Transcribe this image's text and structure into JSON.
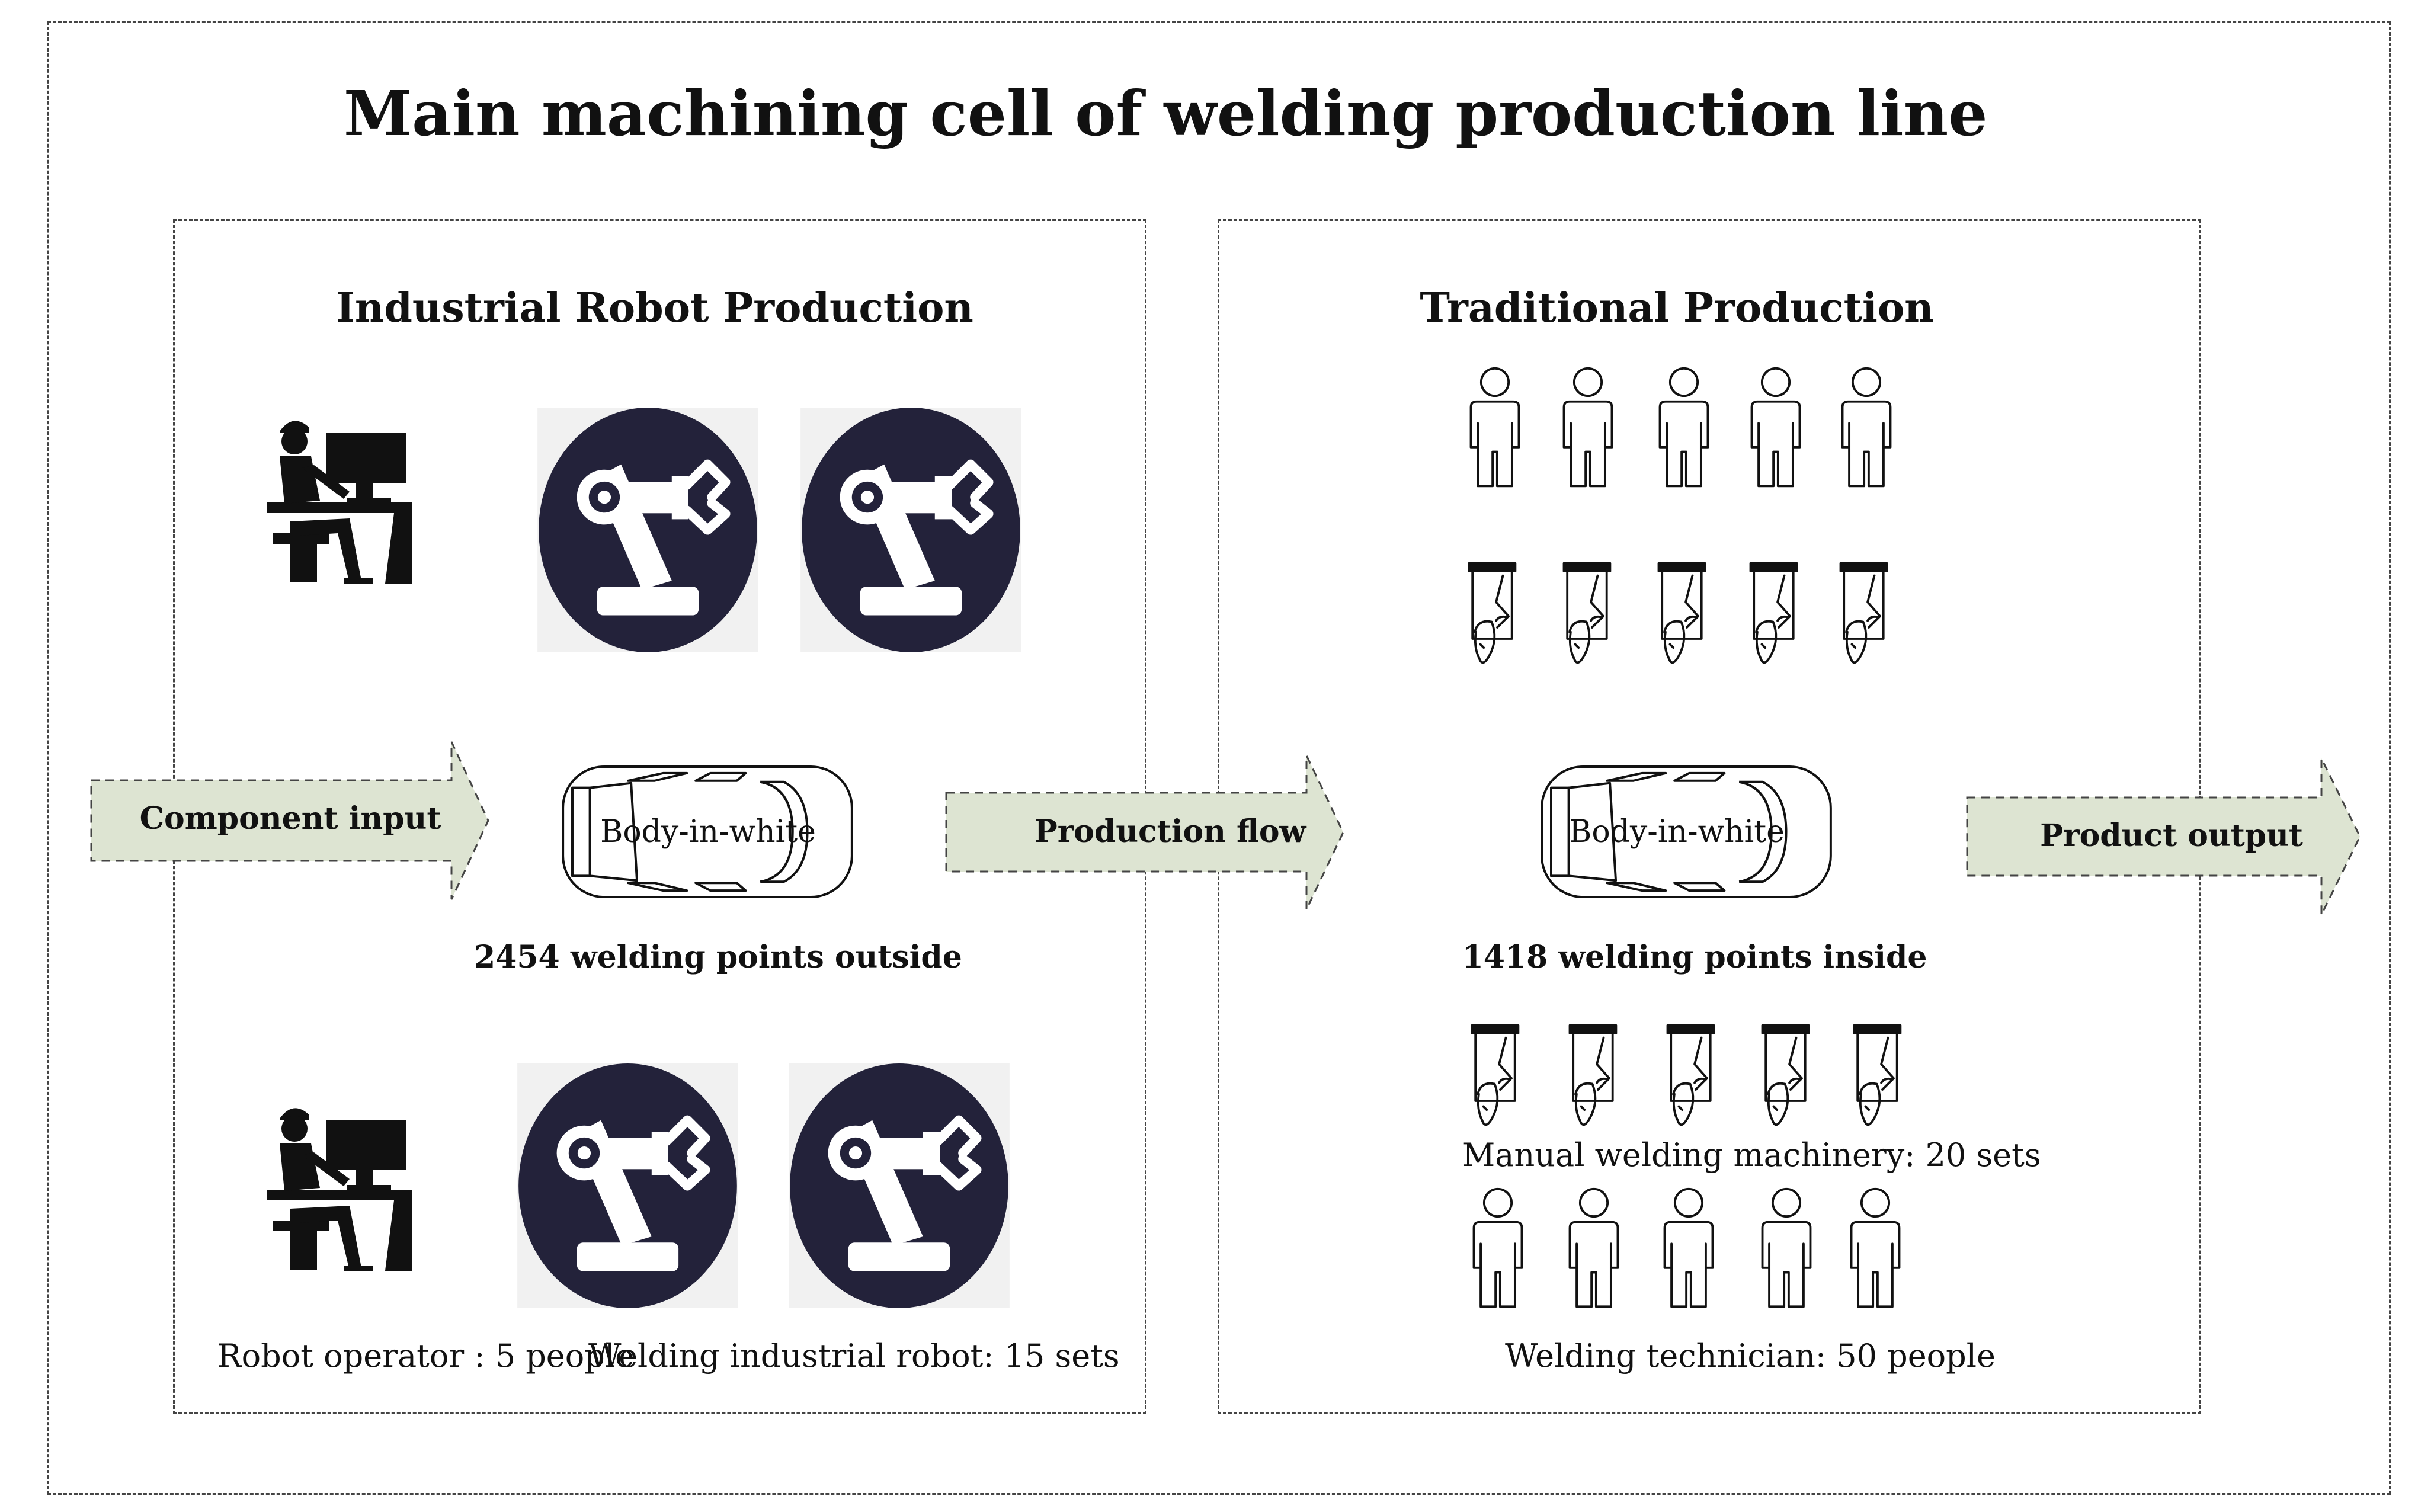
{
  "title": "Main machining cell of welding production line",
  "left_panel": {
    "title": "Industrial Robot Production",
    "car_label": "Body-in-white",
    "welding_points": "2454 welding points outside",
    "operator_caption": "Robot operator : 5 people",
    "robot_caption": "Welding industrial robot: 15 sets"
  },
  "right_panel": {
    "title": "Traditional Production",
    "car_label": "Body-in-white",
    "welding_points": "1418 welding points inside",
    "machinery_caption": "Manual welding machinery: 20 sets",
    "technician_caption": "Welding technician: 50 people"
  },
  "arrows": {
    "input": "Component input",
    "flow": "Production flow",
    "output": "Product output"
  },
  "colors": {
    "arrow_fill": "#dde4d2",
    "robot_circle": "#23223a",
    "robot_bg": "#f1f1f1",
    "frame": "#444444"
  },
  "icons": {
    "operator": "operator-at-computer-icon",
    "robot": "robot-arm-icon",
    "person": "person-outline-icon",
    "welder": "welding-machine-icon",
    "car": "car-top-view-icon"
  }
}
